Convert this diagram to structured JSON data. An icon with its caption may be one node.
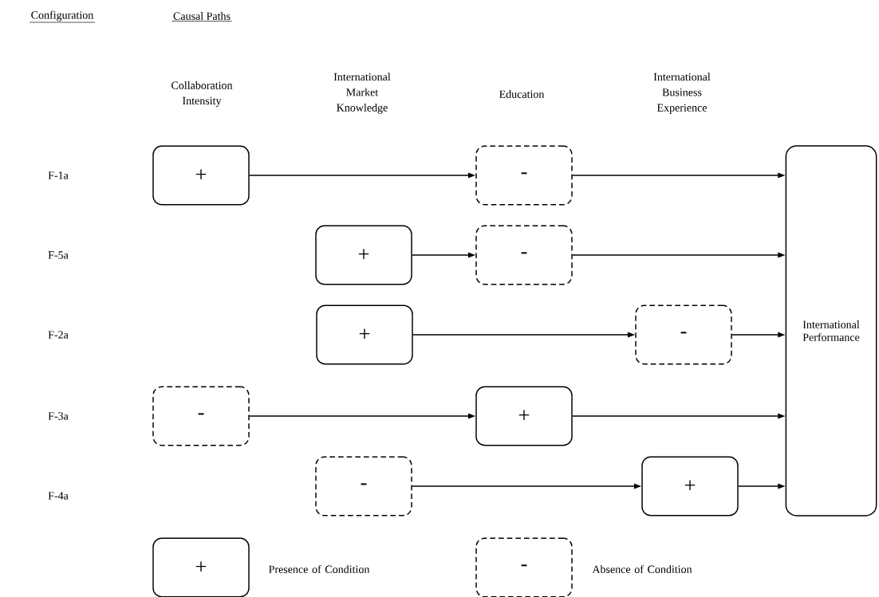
{
  "diagram": {
    "nodes": [
      {
        "text": [
          "+"
        ]
      },
      {
        "text": [
          "-"
        ]
      },
      {
        "text": [
          "+"
        ]
      },
      {
        "text": [
          "-"
        ]
      },
      {
        "text": [
          "+"
        ]
      },
      {
        "text": [
          "-"
        ]
      },
      {
        "text": [
          "-"
        ]
      },
      {
        "text": [
          "+"
        ]
      },
      {
        "text": [
          "-"
        ]
      },
      {
        "text": [
          "+"
        ]
      },
      {
        "text": [
          "International Performance"
        ]
      },
      {
        "text": [
          "+"
        ],
        "beside": [
          "Presence of Condition"
        ]
      },
      {
        "text": [
          "-"
        ],
        "beside": [
          "Absence of Condition"
        ]
      }
    ],
    "edges": [
      {
        "from": 0,
        "to": 1,
        "arrow": "to"
      },
      {
        "from": 1,
        "to": 10,
        "arrow": "to"
      },
      {
        "from": 2,
        "to": 3,
        "arrow": "to"
      },
      {
        "from": 3,
        "to": 10,
        "arrow": "to"
      },
      {
        "from": 4,
        "to": 5,
        "arrow": "to"
      },
      {
        "from": 5,
        "to": 10,
        "arrow": "to"
      },
      {
        "from": 6,
        "to": 7,
        "arrow": "to"
      },
      {
        "from": 7,
        "to": 10,
        "arrow": "to"
      },
      {
        "from": 8,
        "to": 9,
        "arrow": "to"
      },
      {
        "from": 9,
        "to": 10,
        "arrow": "to"
      }
    ],
    "labels": [
      "Configuration",
      "Causal Paths",
      "Collaboration Intensity",
      "International Market Knowledge",
      "Education",
      "International Business Experience",
      "F-1a",
      "F-5a",
      "F-2a",
      "F-3a",
      "F-4a"
    ]
  }
}
